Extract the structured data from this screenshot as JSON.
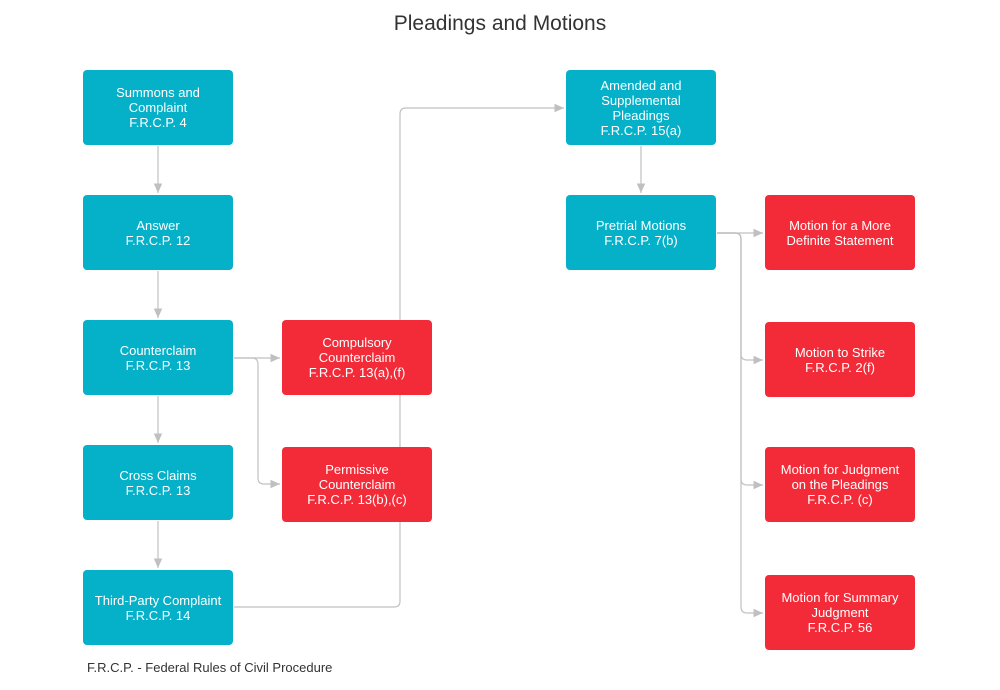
{
  "title": "Pleadings and Motions",
  "colors": {
    "primary": "#05b1c9",
    "motion": "#f32a37",
    "edge": "#c0c0c0"
  },
  "nodes": {
    "summons": {
      "lines": [
        "Summons and",
        "Complaint",
        "F.R.C.P. 4"
      ]
    },
    "answer": {
      "lines": [
        "Answer",
        "F.R.C.P. 12"
      ]
    },
    "counterclaim": {
      "lines": [
        "Counterclaim",
        "F.R.C.P. 13"
      ]
    },
    "cross_claims": {
      "lines": [
        "Cross Claims",
        "F.R.C.P. 13"
      ]
    },
    "third_party": {
      "lines": [
        "Third-Party Complaint",
        "F.R.C.P. 14"
      ]
    },
    "compulsory": {
      "lines": [
        "Compulsory",
        "Counterclaim",
        "F.R.C.P. 13(a),(f)"
      ]
    },
    "permissive": {
      "lines": [
        "Permissive",
        "Counterclaim",
        "F.R.C.P. 13(b),(c)"
      ]
    },
    "amended": {
      "lines": [
        "Amended and",
        "Supplemental",
        "Pleadings",
        "F.R.C.P. 15(a)"
      ]
    },
    "pretrial": {
      "lines": [
        "Pretrial Motions",
        "F.R.C.P. 7(b)"
      ]
    },
    "more_definite": {
      "lines": [
        "Motion for a More",
        "Definite Statement"
      ]
    },
    "strike": {
      "lines": [
        "Motion to Strike",
        "F.R.C.P. 2(f)"
      ]
    },
    "judgment_pleadings": {
      "lines": [
        "Motion for Judgment",
        "on the Pleadings",
        "F.R.C.P. (c)"
      ]
    },
    "summary_judgment": {
      "lines": [
        "Motion for Summary",
        "Judgment",
        "F.R.C.P. 56"
      ]
    }
  },
  "footnote": "F.R.C.P. - Federal Rules of Civil Procedure"
}
